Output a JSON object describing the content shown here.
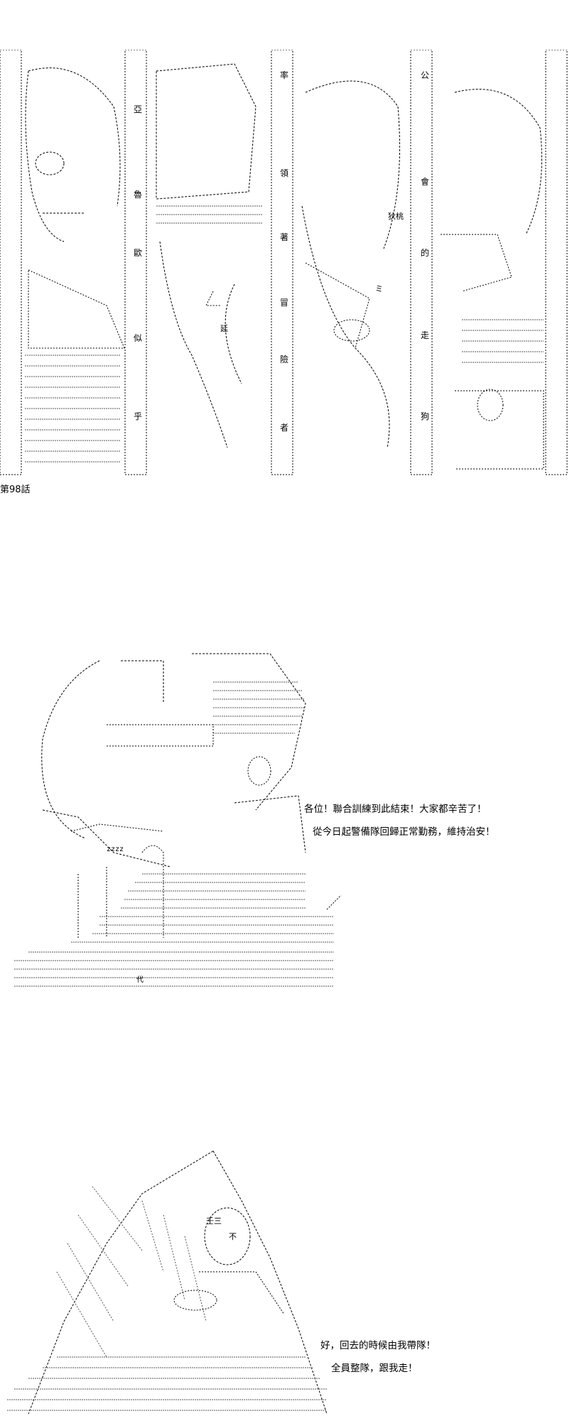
{
  "title_panel": {
    "column_labels": [
      {
        "chars": [
          "亞",
          "魯"
        ]
      },
      {
        "chars": [
          "率",
          "領",
          "著"
        ]
      },
      {
        "chars": [
          "公",
          "會",
          "的"
        ]
      },
      {
        "chars": [
          "歐",
          "似",
          "乎"
        ]
      },
      {
        "chars": [
          "冒",
          "險",
          "者"
        ]
      },
      {
        "chars": [
          "走",
          "狗"
        ]
      }
    ],
    "signs": [
      "狄桃",
      "ミ",
      "延"
    ]
  },
  "chapter": {
    "label": "第98話"
  },
  "panel2": {
    "lines": [
      "各位！聯合訓練到此結束！大家都辛苦了！",
      "從今日起警備隊回歸正常勤務，維持治安！"
    ],
    "sfx": [
      "zzzz",
      "代"
    ]
  },
  "panel3": {
    "lines": [
      "好，回去的時候由我帶隊！",
      "全員整隊，跟我走！"
    ],
    "sfx": [
      "壬三",
      "不"
    ]
  },
  "colors": {
    "ink": "#000000",
    "paper": "#ffffff",
    "hatch": "#555555"
  }
}
